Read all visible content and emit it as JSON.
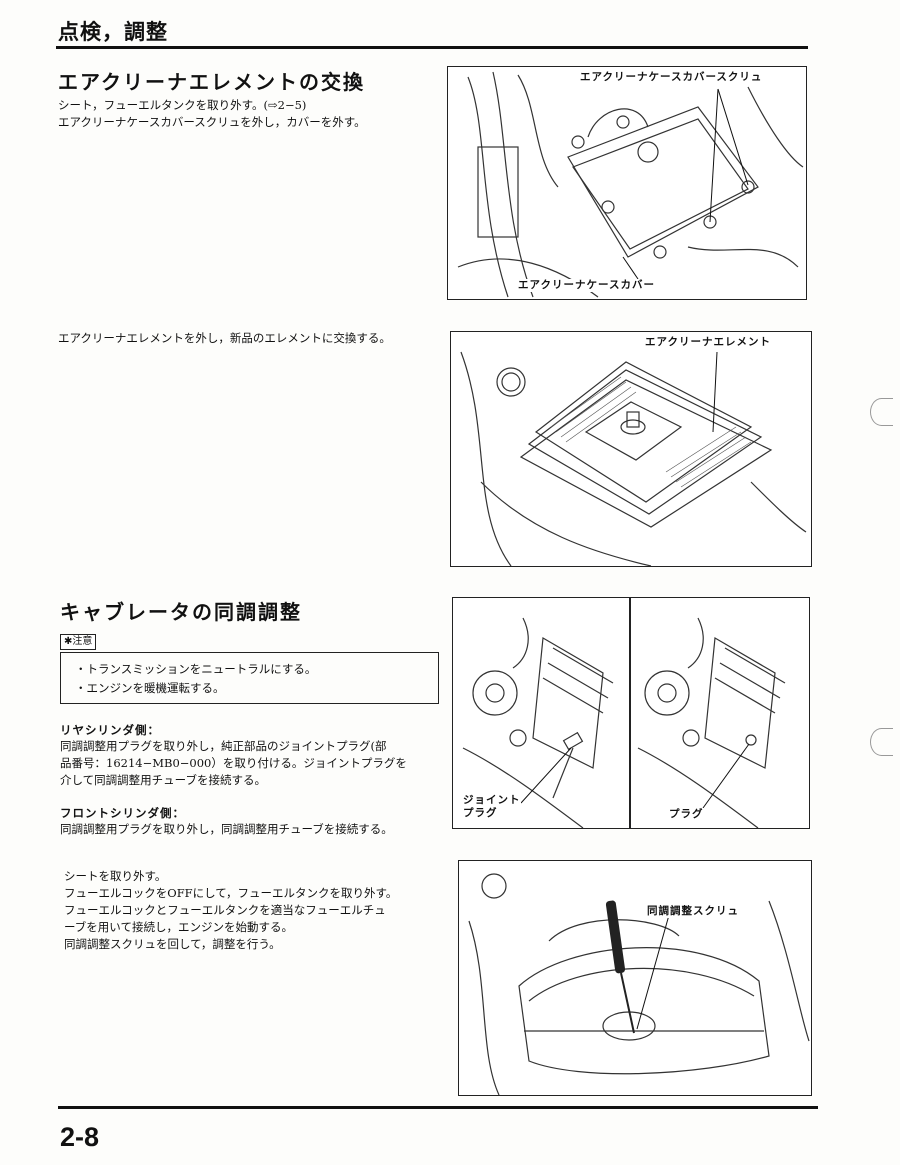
{
  "header": {
    "title": "点検，調整"
  },
  "section1": {
    "heading": "エアクリーナエレメントの交換",
    "text": "シート，フューエルタンクを取り外す。(⇨2−5)\nエアクリーナケースカバースクリュを外し，カバーを外す。",
    "fig1": {
      "label_screw": "エアクリーナケースカバースクリュ",
      "label_cover": "エアクリーナケースカバー"
    },
    "text2": "エアクリーナエレメントを外し，新品のエレメントに交換する。",
    "fig2": {
      "label_element": "エアクリーナエレメント"
    }
  },
  "section2": {
    "heading": "キャブレータの同調調整",
    "caution": {
      "badge": "注意",
      "items": [
        "・トランスミッションをニュートラルにする。",
        "・エンジンを暖機運転する。"
      ]
    },
    "rear": {
      "title": "リヤシリンダ側：",
      "text": "同調調整用プラグを取り外し，純正部品のジョイントプラグ(部\n品番号：16214−MB0−000）を取り付ける。ジョイントプラグを\n介して同調調整用チューブを接続する。"
    },
    "front": {
      "title": "フロントシリンダ側：",
      "text": "同調調整用プラグを取り外し，同調調整用チューブを接続する。"
    },
    "fig3": {
      "label_joint": "ジョイント\nプラグ",
      "label_plug": "プラグ"
    },
    "steps": "シートを取り外す。\nフューエルコックをOFFにして，フューエルタンクを取り外す。\nフューエルコックとフューエルタンクを適当なフューエルチュ\nーブを用いて接続し，エンジンを始動する。\n同調調整スクリュを回して，調整を行う。",
    "fig4": {
      "label_screw": "同調調整スクリュ"
    }
  },
  "footer": {
    "page": "2-8"
  }
}
